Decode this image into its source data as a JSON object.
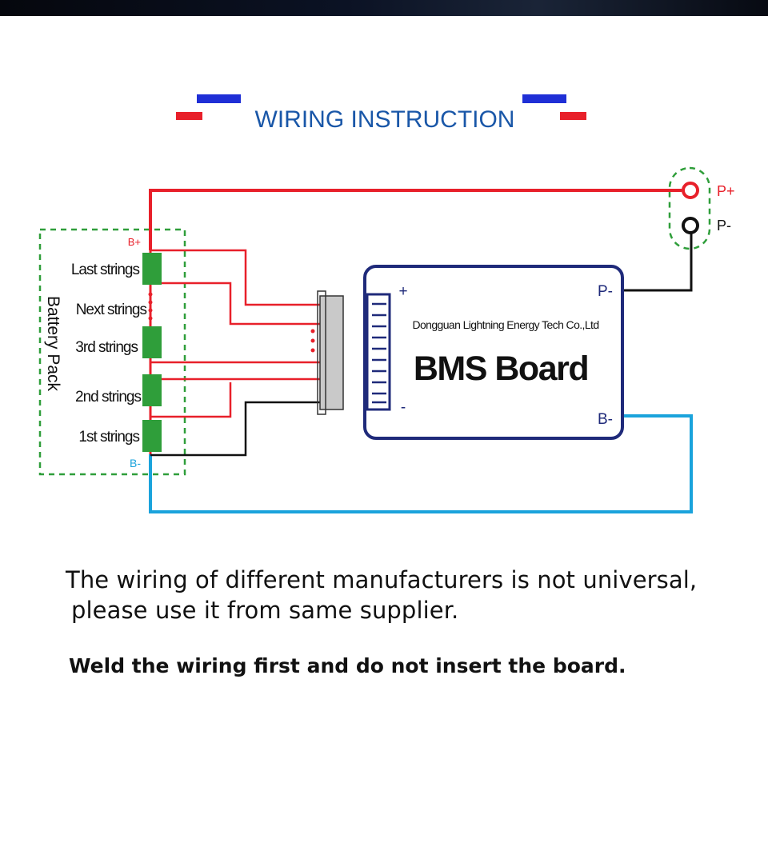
{
  "title": "WIRING INSTRUCTION",
  "colors": {
    "red_wire": "#e8202a",
    "blue_wire": "#1aa3dc",
    "black_wire": "#111111",
    "board_border": "#1f2a7a",
    "title_blue": "#1a57a8",
    "pack_green": "#2f9e3a",
    "accent_blue": "#1f2fd6",
    "accent_red": "#e8202a"
  },
  "battery_pack": {
    "label": "Battery Pack",
    "b_plus": "B+",
    "b_minus": "B-",
    "strings": [
      "Last strings",
      "Next strings",
      "3rd strings",
      "2nd strings",
      "1st strings"
    ]
  },
  "bms_board": {
    "manufacturer": "Dongguan Lightning Energy Tech Co.,Ltd",
    "name": "BMS Board",
    "plus": "+",
    "minus": "-",
    "p_minus": "P-",
    "b_minus": "B-"
  },
  "output": {
    "p_plus": "P+",
    "p_minus": "P-"
  },
  "notes": {
    "line1": "The wiring of different manufacturers is not universal,",
    "line2": "please use it from same supplier.",
    "warning": "Weld the wiring first and do not insert the board."
  }
}
